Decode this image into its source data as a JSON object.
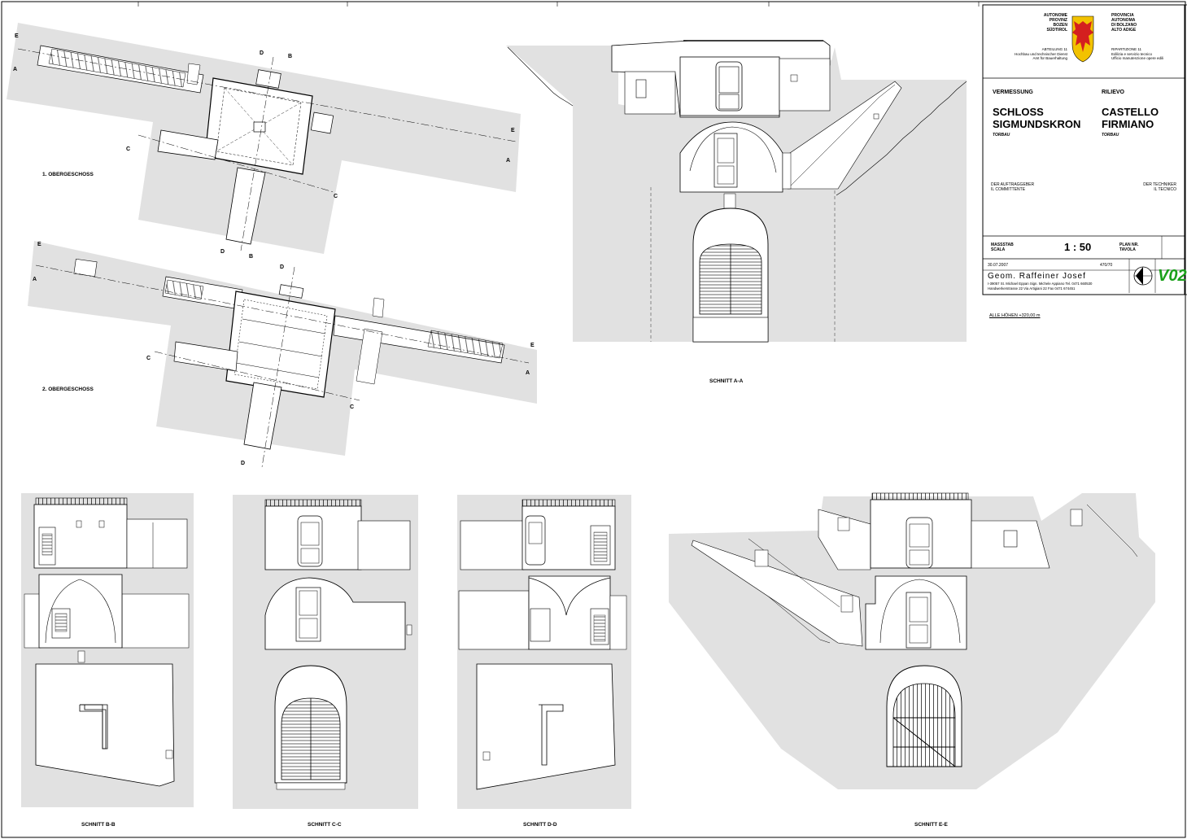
{
  "sheet": {
    "plan_labels": {
      "first_floor": "1. OBERGESCHOSS",
      "second_floor": "2. OBERGESCHOSS"
    },
    "section_labels": {
      "aa": "SCHNITT A-A",
      "bb": "SCHNITT B-B",
      "cc": "SCHNITT C-C",
      "dd": "SCHNITT D-D",
      "ee": "SCHNITT E-E"
    },
    "cut_markers": [
      "A",
      "B",
      "C",
      "D",
      "E"
    ]
  },
  "title_block": {
    "province_de": "AUTONOME\nPROVINZ\nBOZEN\nSÜDTIROL",
    "province_it": "PROVINCIA\nAUTONOMA\nDI BOLZANO\nALTO ADIGE",
    "dept_de": "ABTEILUNG 11\nHochbau und technischer Dienst\nAmt für Bauerhaltung",
    "dept_it": "RIPARTIZIONE 11\nEdilizia e servizio tecnico\nUfficio manutenzione opere edili",
    "survey_de": "VERMESSUNG",
    "survey_it": "RILIEVO",
    "castle_de": "SCHLOSS\nSIGMUNDSKRON",
    "castle_it": "CASTELLO\nFIRMIANO",
    "tower_de": "TORBAU",
    "tower_it": "TORBAU",
    "client_label": "DER AUFTRAGGEBER\nIL COMMITTENTE",
    "technician_label": "DER TECHNIKER\nIL TECNICO",
    "scale_label": "MASSSTAB\nSCALA",
    "scale": "1 : 50",
    "plan_label": "PLAN NR.\nTAVOLA",
    "date": "30.07.2007",
    "project_no": "470/70",
    "author": "Geom. Raffeiner Josef",
    "author_addr1": "I-39057 St. Michael Eppan Sign. Michele Appiano   Tel. 0471 660530",
    "author_addr2": "Handwerkerstrasse 22 Via Artigiani 22    Fax 0471 674451",
    "plan_code": "V02",
    "heights_note": "ALLE HÖHEN +320,00 m"
  },
  "colors": {
    "terrain": "#e1e1e1",
    "line": "#000000",
    "red_eagle": "#d41f1f",
    "gold": "#f2c200",
    "green_code": "#1aa01a"
  }
}
